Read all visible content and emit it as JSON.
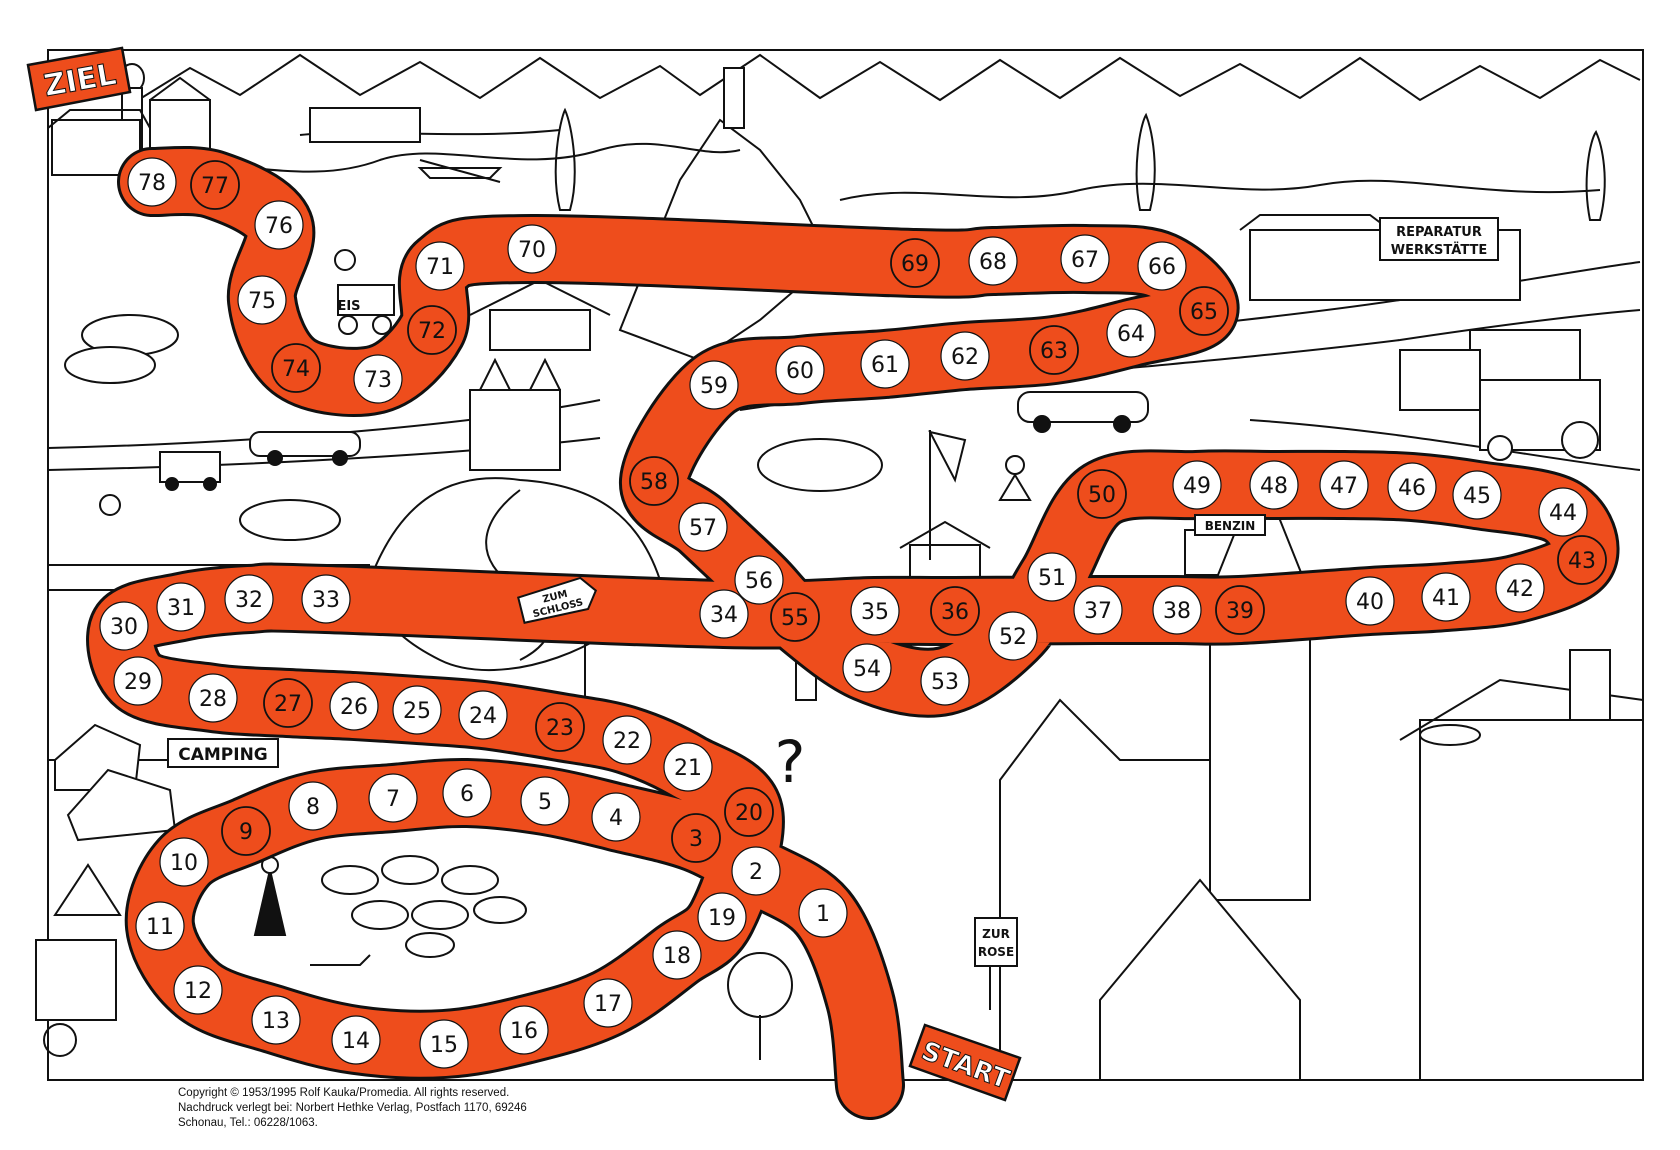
{
  "labels": {
    "goal": "ZIEL",
    "start": "START",
    "camping": "CAMPING",
    "repair_line1": "REPARATUR",
    "repair_line2": "WERKSTÄTTE",
    "gas": "BENZIN",
    "ice": "EIS",
    "castle_line1": "ZUM",
    "castle_line2": "SCHLOSS",
    "inn_line1": "ZUR",
    "inn_line2": "ROSE",
    "question": "?"
  },
  "colors": {
    "path": "#ee4d1c",
    "ink": "#111111",
    "paper": "#ffffff",
    "special_fill": "#ee4d1c"
  },
  "spaces": [
    {
      "n": "1",
      "special": false
    },
    {
      "n": "2",
      "special": false
    },
    {
      "n": "3",
      "special": true
    },
    {
      "n": "4",
      "special": false
    },
    {
      "n": "5",
      "special": false
    },
    {
      "n": "6",
      "special": false
    },
    {
      "n": "7",
      "special": false
    },
    {
      "n": "8",
      "special": false
    },
    {
      "n": "9",
      "special": true
    },
    {
      "n": "10",
      "special": false
    },
    {
      "n": "11",
      "special": false
    },
    {
      "n": "12",
      "special": false
    },
    {
      "n": "13",
      "special": false
    },
    {
      "n": "14",
      "special": false
    },
    {
      "n": "15",
      "special": false
    },
    {
      "n": "16",
      "special": false
    },
    {
      "n": "17",
      "special": false
    },
    {
      "n": "18",
      "special": false
    },
    {
      "n": "19",
      "special": false
    },
    {
      "n": "20",
      "special": true
    },
    {
      "n": "21",
      "special": false
    },
    {
      "n": "22",
      "special": false
    },
    {
      "n": "23",
      "special": true
    },
    {
      "n": "24",
      "special": false
    },
    {
      "n": "25",
      "special": false
    },
    {
      "n": "26",
      "special": false
    },
    {
      "n": "27",
      "special": true
    },
    {
      "n": "28",
      "special": false
    },
    {
      "n": "29",
      "special": false
    },
    {
      "n": "30",
      "special": false
    },
    {
      "n": "31",
      "special": false
    },
    {
      "n": "32",
      "special": false
    },
    {
      "n": "33",
      "special": false
    },
    {
      "n": "34",
      "special": false
    },
    {
      "n": "35",
      "special": false
    },
    {
      "n": "36",
      "special": true
    },
    {
      "n": "37",
      "special": false
    },
    {
      "n": "38",
      "special": false
    },
    {
      "n": "39",
      "special": true
    },
    {
      "n": "40",
      "special": false
    },
    {
      "n": "41",
      "special": false
    },
    {
      "n": "42",
      "special": false
    },
    {
      "n": "43",
      "special": true
    },
    {
      "n": "44",
      "special": false
    },
    {
      "n": "45",
      "special": false
    },
    {
      "n": "46",
      "special": false
    },
    {
      "n": "47",
      "special": false
    },
    {
      "n": "48",
      "special": false
    },
    {
      "n": "49",
      "special": false
    },
    {
      "n": "50",
      "special": true
    },
    {
      "n": "51",
      "special": false
    },
    {
      "n": "52",
      "special": false
    },
    {
      "n": "53",
      "special": false
    },
    {
      "n": "54",
      "special": false
    },
    {
      "n": "55",
      "special": true
    },
    {
      "n": "56",
      "special": false
    },
    {
      "n": "57",
      "special": false
    },
    {
      "n": "58",
      "special": true
    },
    {
      "n": "59",
      "special": false
    },
    {
      "n": "60",
      "special": false
    },
    {
      "n": "61",
      "special": false
    },
    {
      "n": "62",
      "special": false
    },
    {
      "n": "63",
      "special": true
    },
    {
      "n": "64",
      "special": false
    },
    {
      "n": "65",
      "special": true
    },
    {
      "n": "66",
      "special": false
    },
    {
      "n": "67",
      "special": false
    },
    {
      "n": "68",
      "special": false
    },
    {
      "n": "69",
      "special": true
    },
    {
      "n": "70",
      "special": false
    },
    {
      "n": "71",
      "special": false
    },
    {
      "n": "72",
      "special": true
    },
    {
      "n": "73",
      "special": false
    },
    {
      "n": "74",
      "special": true
    },
    {
      "n": "75",
      "special": false
    },
    {
      "n": "76",
      "special": false
    },
    {
      "n": "77",
      "special": true
    },
    {
      "n": "78",
      "special": false
    }
  ],
  "copyright": {
    "line1": "Copyright  ©  1953/1995  Rolf  Kauka/Promedia.  All  rights  reserved.",
    "line2": "Nachdruck verlegt bei: Norbert Hethke Verlag, Postfach 1170, 69246",
    "line3": "Schonau, Tel.: 06228/1063."
  }
}
